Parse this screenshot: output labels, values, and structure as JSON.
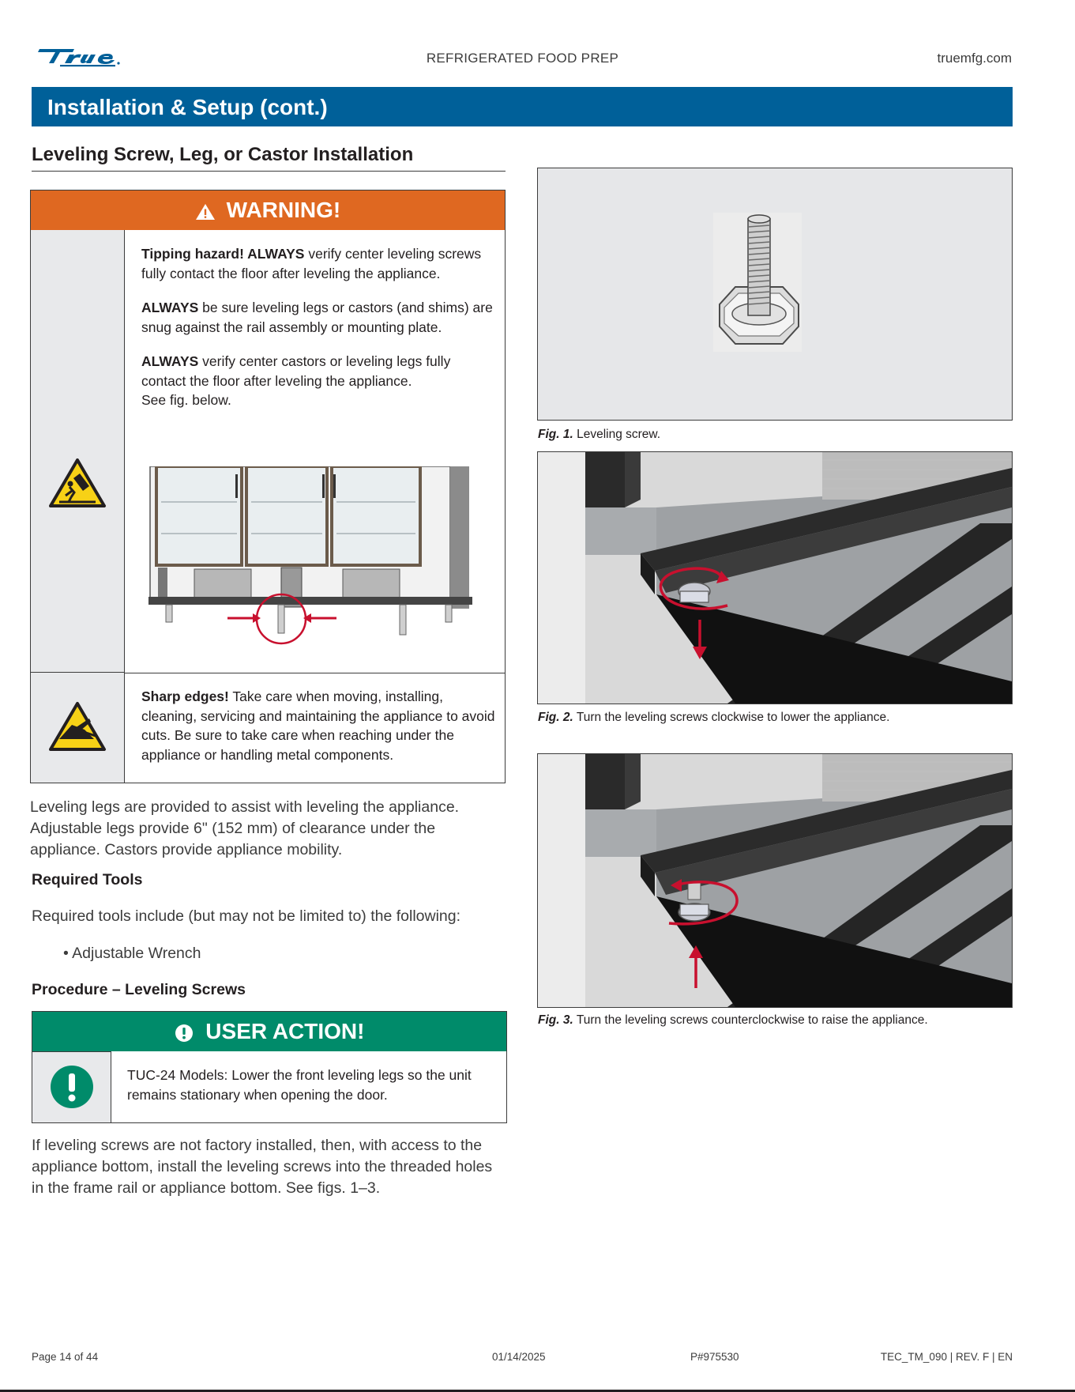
{
  "header": {
    "logo_text": "True",
    "center": "REFRIGERATED FOOD PREP",
    "right": "truemfg.com"
  },
  "title": "Installation & Setup (cont.)",
  "section_heading": "Leveling Screw, Leg, or Castor Installation",
  "warning": {
    "label": "WARNING!",
    "p1_bold": "Tipping hazard! ALWAYS",
    "p1_rest": " verify center leveling screws fully contact the floor after leveling the appliance.",
    "p2_bold": "ALWAYS",
    "p2_rest": " be sure leveling legs or castors (and shims) are snug against the rail assembly or mounting plate.",
    "p3_bold": "ALWAYS",
    "p3_rest": " verify center castors or leveling legs fully contact the floor after leveling the appliance.",
    "p3_line2": "See fig. below.",
    "p4_bold": "Sharp edges!",
    "p4_rest": " Take care when moving, installing, cleaning, servicing and maintaining the appliance to avoid cuts. Be sure to take care when reaching under the appliance or handling metal components."
  },
  "intro_text": "Leveling legs are provided to assist with leveling the appliance. Adjustable legs provide 6\" (152 mm) of clearance under the appliance. Castors provide appliance mobility.",
  "required_tools": {
    "heading": "Required Tools",
    "text": "Required tools include (but may not be limited to) the following:",
    "items": [
      "• Adjustable Wrench"
    ]
  },
  "procedure_heading": "Procedure – Leveling Screws",
  "user_action": {
    "label": "USER ACTION!",
    "text": "TUC-24 Models: Lower the front leveling legs so the unit remains stationary when opening the door."
  },
  "closing_text": "If leveling screws are not factory installed, then, with access to the appliance bottom, install the leveling screws into the threaded holes in the frame rail or appliance bottom. See figs. 1–3.",
  "figures": [
    {
      "label": "Fig. 1.",
      "caption": " Leveling screw."
    },
    {
      "label": "Fig. 2.",
      "caption": " Turn the leveling screws clockwise to lower the appliance."
    },
    {
      "label": "Fig. 3.",
      "caption": " Turn the leveling screws counterclockwise to raise the appliance."
    }
  ],
  "footer": {
    "page": "Page 14 of 44",
    "date": "01/14/2025",
    "part": "P#975530",
    "doc": "TEC_TM_090 | REV. F | EN"
  },
  "colors": {
    "title_bar": "#006099",
    "warning": "#df6821",
    "user_action": "#008b6a",
    "hazard_yellow": "#f7d116",
    "arrow_red": "#c8102e"
  }
}
